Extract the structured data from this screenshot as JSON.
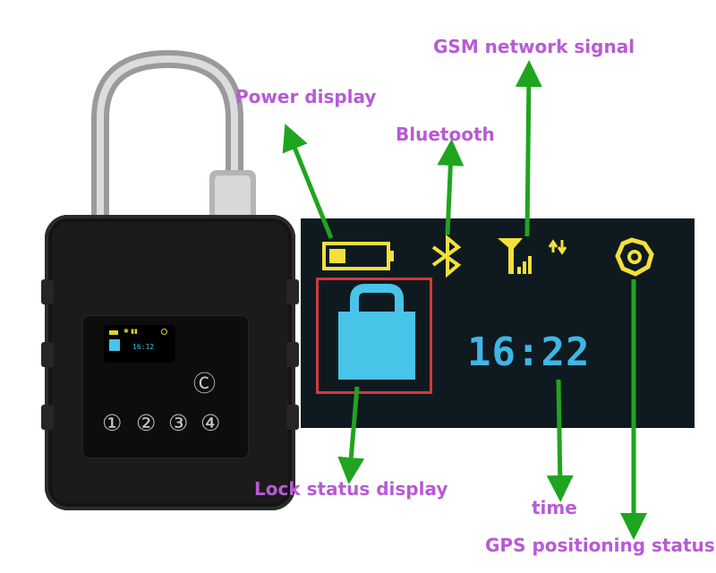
{
  "labels": {
    "power": "Power display",
    "bluetooth": "Bluetooth",
    "gsm": "GSM network signal",
    "lock": "Lock status display",
    "time": "time",
    "gps": "GPS positioning status"
  },
  "display": {
    "time": "16:22"
  },
  "mini_display": {
    "time": "16:12"
  },
  "keypad": [
    "①",
    "②",
    "③",
    "④"
  ],
  "keypad_extra": "Ⓒ",
  "icons": [
    "battery-icon",
    "bluetooth-icon",
    "gsm-signal-icon",
    "data-transfer-icon",
    "gps-icon",
    "padlock-icon"
  ],
  "colors": {
    "label": "#b85ad6",
    "arrow": "#1fa51f",
    "icon_yellow": "#f4e03a",
    "lock_blue": "#48c4e8",
    "time_blue": "#3fb6e6",
    "frame_red": "#d23a3a",
    "screen_bg": "#0e1a20"
  }
}
